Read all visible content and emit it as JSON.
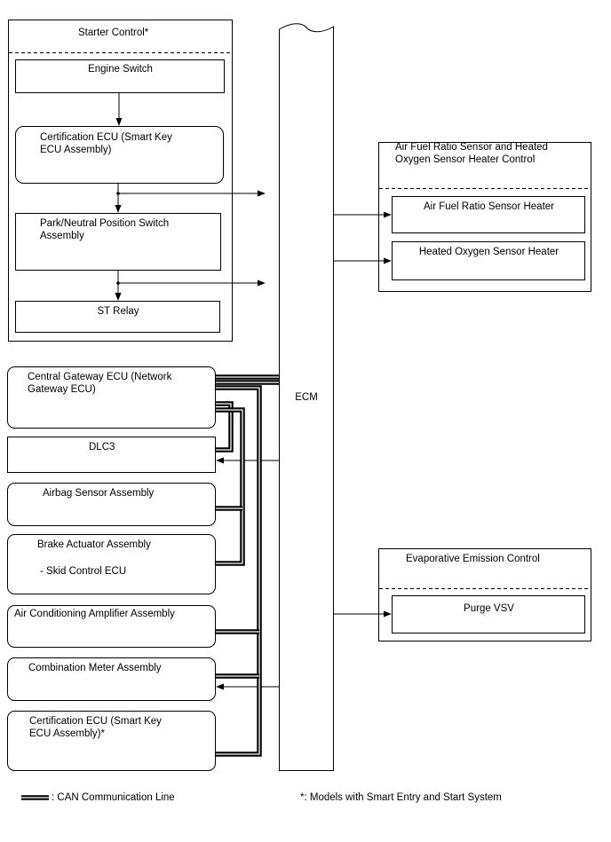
{
  "starter_group": {
    "title": "Starter Control*",
    "engine_switch": "Engine Switch",
    "certification_ecu": "Certification ECU (Smart Key\nECU Assembly)",
    "park_neutral_switch": "Park/Neutral Position Switch\nAssembly",
    "st_relay": "ST Relay"
  },
  "afr_group": {
    "title": "Air Fuel Ratio Sensor and Heated\nOxygen Sensor Heater Control",
    "afr_heater": "Air Fuel Ratio Sensor Heater",
    "ho2_heater": "Heated Oxygen Sensor Heater"
  },
  "evap_group": {
    "title": "Evaporative Emission Control",
    "purge_vsv": "Purge VSV"
  },
  "ecm": {
    "label": "ECM"
  },
  "can_modules": {
    "central_gateway": "Central Gateway ECU (Network\nGateway ECU)",
    "dlc3": "DLC3",
    "airbag": "Airbag Sensor Assembly",
    "brake_actuator": "Brake Actuator Assembly",
    "skid_control": "- Skid Control ECU",
    "air_conditioning": "Air Conditioning Amplifier Assembly",
    "combination_meter": "Combination Meter Assembly",
    "certification_ecu": "Certification ECU (Smart Key\nECU Assembly)*"
  },
  "legend": {
    "can_line": ": CAN Communication Line",
    "footnote": "*: Models with Smart Entry and Start System"
  }
}
